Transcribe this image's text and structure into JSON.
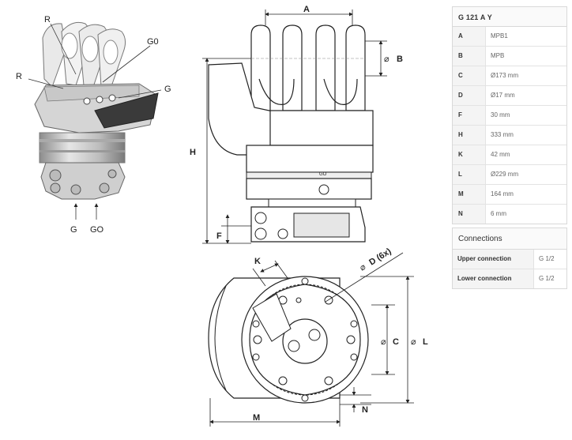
{
  "drawing": {
    "iso_labels": {
      "r1": "R",
      "r2": "R",
      "g0": "G0",
      "g": "G",
      "port_g": "G",
      "port_go": "GO"
    },
    "dims": {
      "a": "A",
      "b": "B",
      "h": "H",
      "f": "F",
      "k": "K",
      "d": "D (6x)",
      "c": "C",
      "l": "L",
      "m": "M",
      "n": "N"
    },
    "side_mark": "GO"
  },
  "spec_table": {
    "title": "G 121 A Y",
    "rows": [
      {
        "key": "A",
        "value": "MPB1"
      },
      {
        "key": "B",
        "value": "MPB"
      },
      {
        "key": "C",
        "value": "Ø173 mm"
      },
      {
        "key": "D",
        "value": "Ø17 mm"
      },
      {
        "key": "F",
        "value": "30 mm"
      },
      {
        "key": "H",
        "value": "333 mm"
      },
      {
        "key": "K",
        "value": "42 mm"
      },
      {
        "key": "L",
        "value": "Ø229 mm"
      },
      {
        "key": "M",
        "value": "164 mm"
      },
      {
        "key": "N",
        "value": "6 mm"
      }
    ]
  },
  "connections": {
    "title": "Connections",
    "rows": [
      {
        "label": "Upper connection",
        "value": "G 1/2"
      },
      {
        "label": "Lower connection",
        "value": "G 1/2"
      }
    ]
  }
}
